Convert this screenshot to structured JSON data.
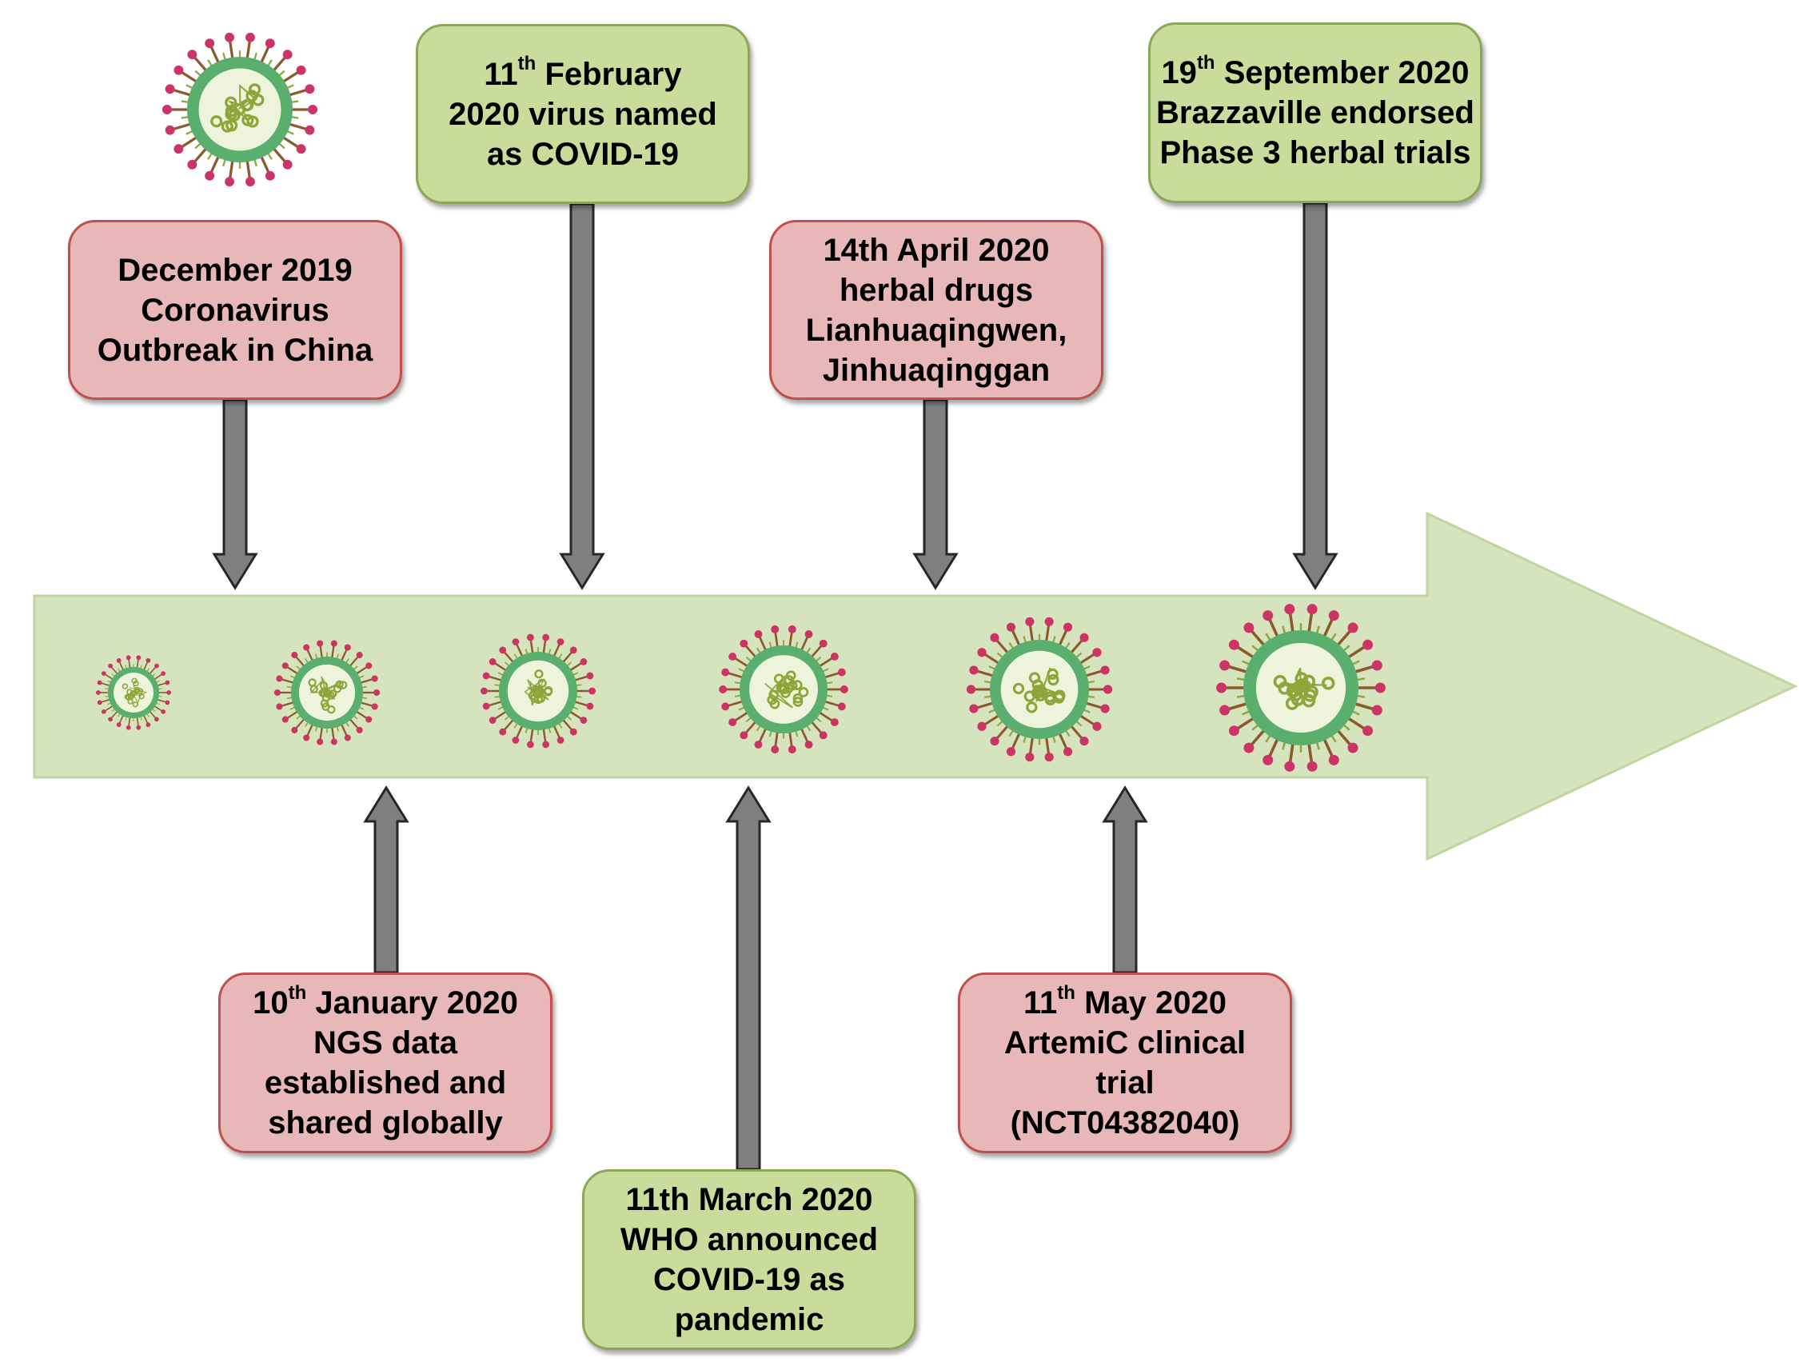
{
  "colors": {
    "timeline_fill": "#d6e4bd",
    "timeline_stroke": "#c0d6a0",
    "pink_box_fill": "#e8b8b8",
    "pink_box_stroke": "#c0504d",
    "green_box_fill": "#c9dc9b",
    "green_box_stroke": "#8ba856",
    "arrow_fill": "#7f7f7f",
    "arrow_stroke": "#262626",
    "virus_membrane": "#5aae6e",
    "virus_core": "#eef3dc",
    "virus_spike": "#cc3366",
    "virus_spike_stem": "#8b5a2b",
    "virus_rna": "#8fa53a"
  },
  "events": [
    {
      "id": "dec-2019",
      "variant": "pink",
      "pos": "above",
      "sup": "",
      "pre": "",
      "text": "December 2019\nCoronavirus\nOutbreak in China"
    },
    {
      "id": "jan-2020",
      "variant": "pink",
      "pos": "below",
      "pre": "10",
      "sup": "th",
      "text": "  January 2020\nNGS data\nestablished and\nshared globally"
    },
    {
      "id": "feb-2020",
      "variant": "green",
      "pos": "above",
      "pre": "11",
      "sup": "th",
      "text": "  February\n2020 virus named\nas COVID-19"
    },
    {
      "id": "mar-2020",
      "variant": "green",
      "pos": "below",
      "sup": "",
      "pre": "",
      "text": "11th March 2020\nWHO announced\nCOVID-19 as\npandemic"
    },
    {
      "id": "apr-2020",
      "variant": "pink",
      "pos": "above",
      "sup": "",
      "pre": "",
      "text": "14th April 2020\nherbal drugs\nLianhuaqingwen,\nJinhuaqinggan"
    },
    {
      "id": "may-2020",
      "variant": "pink",
      "pos": "below",
      "pre": "11",
      "sup": "th",
      "text": "  May 2020\nArtemiC clinical\ntrial\n(NCT04382040)"
    },
    {
      "id": "sep-2020",
      "variant": "green",
      "pos": "above",
      "pre": "19",
      "sup": "th",
      "text": " September 2020\nBrazzaville endorsed\nPhase 3 herbal trials"
    }
  ],
  "virus_icons": [
    "coronavirus-icon",
    "coronavirus-icon",
    "coronavirus-icon",
    "coronavirus-icon",
    "coronavirus-icon",
    "coronavirus-icon",
    "coronavirus-icon"
  ]
}
